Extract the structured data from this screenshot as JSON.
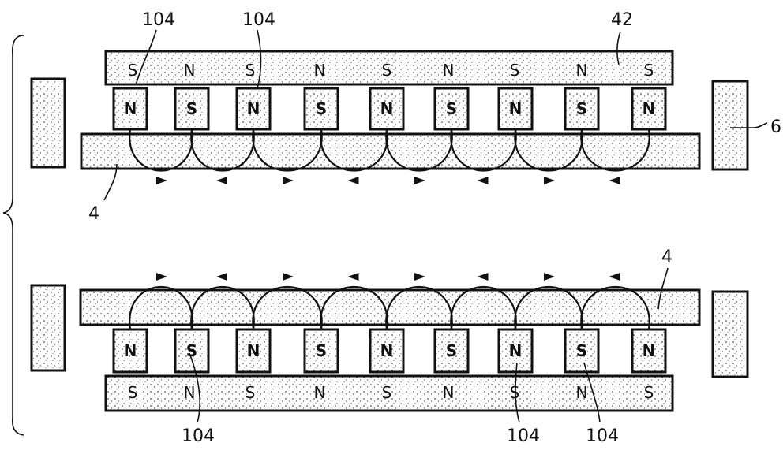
{
  "labels": {
    "n104": "104",
    "n42": "42",
    "n4": "4",
    "n6": "6"
  },
  "top_figure": {
    "backing_poles": [
      "S",
      "N",
      "S",
      "N",
      "S",
      "N",
      "S",
      "N",
      "S"
    ],
    "magnet_poles": [
      "N",
      "S",
      "N",
      "S",
      "N",
      "S",
      "N",
      "S",
      "N"
    ]
  },
  "bottom_figure": {
    "magnet_poles": [
      "N",
      "S",
      "N",
      "S",
      "N",
      "S",
      "N",
      "S",
      "N"
    ],
    "backing_poles": [
      "S",
      "N",
      "S",
      "N",
      "S",
      "N",
      "S",
      "N",
      "S"
    ]
  }
}
